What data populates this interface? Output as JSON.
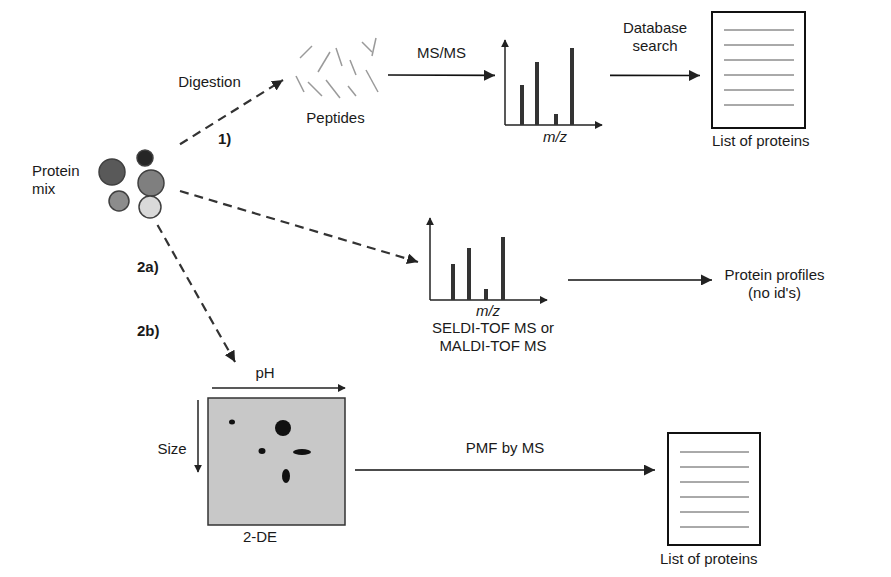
{
  "diagram": {
    "nodes": [
      {
        "text": [
          "Protein mix"
        ]
      },
      {
        "text": [
          "Peptides"
        ]
      },
      {
        "text": [
          "m/z"
        ]
      },
      {
        "text": [
          "List of proteins"
        ]
      },
      {
        "text": [
          "m/z",
          "SELDI-TOF MS or MALDI-TOF MS"
        ]
      },
      {
        "text": [
          "Protein profiles (no id's)"
        ]
      },
      {
        "text": [
          "pH",
          "Size",
          "2-DE"
        ]
      },
      {
        "text": [
          "List of proteins"
        ]
      }
    ],
    "edges": [
      {
        "from": 0,
        "to": 1,
        "arrow": "to",
        "label": "Digestion"
      },
      {
        "from": 1,
        "to": 2,
        "arrow": "to",
        "label": "MS/MS"
      },
      {
        "from": 2,
        "to": 3,
        "arrow": "to",
        "label": "Database search"
      },
      {
        "from": 0,
        "to": 4,
        "arrow": "to"
      },
      {
        "from": 4,
        "to": 5,
        "arrow": "to"
      },
      {
        "from": 0,
        "to": 6,
        "arrow": "to"
      },
      {
        "from": 6,
        "to": 7,
        "arrow": "to",
        "label": "PMF by MS"
      }
    ],
    "labels": [
      "1)",
      "2a)",
      "2b)"
    ]
  }
}
